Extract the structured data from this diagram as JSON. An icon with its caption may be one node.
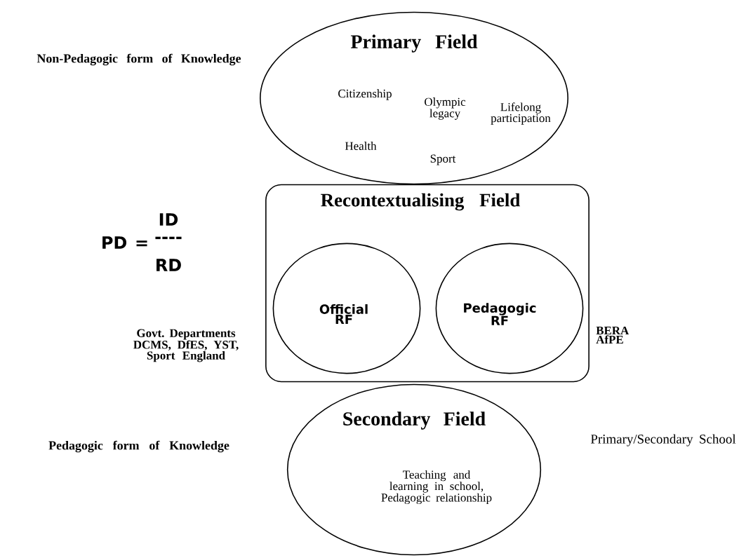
{
  "diagram": {
    "nodes": [
      {
        "text": [
          "Primary Field",
          "Citizenship",
          "Olympic legacy",
          "Lifelong participation",
          "Health",
          "Sport"
        ]
      },
      {
        "text": [
          "Recontextualising Field"
        ]
      },
      {
        "text": [
          "Official RF"
        ],
        "in": 1,
        "beside": [
          "Govt. Departments DCMS, DfES, YST, Sport England"
        ]
      },
      {
        "text": [
          "Pedagogic RF"
        ],
        "in": 1,
        "beside": [
          "BERA AfPE"
        ]
      },
      {
        "text": [
          "Secondary Field",
          "Teaching and learning in school, Pedagogic relationship"
        ]
      }
    ],
    "labels": [
      "Non-Pedagogic form of Knowledge",
      "ID",
      "PD =",
      "----",
      "RD",
      "Pedagogic form of Knowledge",
      "Primary/Secondary School"
    ]
  }
}
